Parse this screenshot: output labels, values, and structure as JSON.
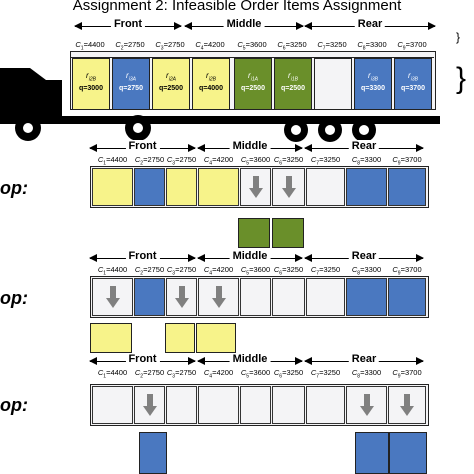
{
  "title": "Assignment 2:  Infeasible  Order Items Assignment",
  "zones": {
    "front": "Front",
    "middle": "Middle",
    "rear": "Rear"
  },
  "truck_caps": [
    "C1=4400",
    "C2=2750",
    "C3=2750",
    "C4=4200",
    "C5=3600",
    "C6=3250",
    "C7=3250",
    "C8=3300",
    "C9=3700"
  ],
  "truck_items": [
    {
      "r": "r_i2B",
      "q": "q=3000",
      "color": "yellow"
    },
    {
      "r": "r_i3A",
      "q": "q=2750",
      "color": "blue"
    },
    {
      "r": "r_i2A",
      "q": "q=2500",
      "color": "yellow"
    },
    {
      "r": "r_i2B",
      "q": "q=4000",
      "color": "yellow"
    },
    {
      "r": "r_i1A",
      "q": "q=2500",
      "color": "green"
    },
    {
      "r": "r_i1B",
      "q": "q=2500",
      "color": "green"
    },
    {
      "r": "",
      "q": "",
      "color": "empty"
    },
    {
      "r": "r_i3B",
      "q": "q=3300",
      "color": "blue"
    },
    {
      "r": "r_i3B",
      "q": "q=3700",
      "color": "blue"
    }
  ],
  "stop_caps": [
    "C1=4400",
    "C2=2750",
    "C3=2750",
    "C4=4200",
    "C5=3600",
    "C6=3250",
    "C7=3250",
    "C8=3300",
    "C9=3700"
  ],
  "stop_label": "op:",
  "braces": [
    "}",
    "}"
  ],
  "arrow_icon": "down-arrow-icon",
  "colors": {
    "yellow": "#f7f38a",
    "blue": "#4a78c0",
    "green": "#6a8f2a",
    "arrow": "#808080",
    "slot": "#f4f4f6"
  }
}
